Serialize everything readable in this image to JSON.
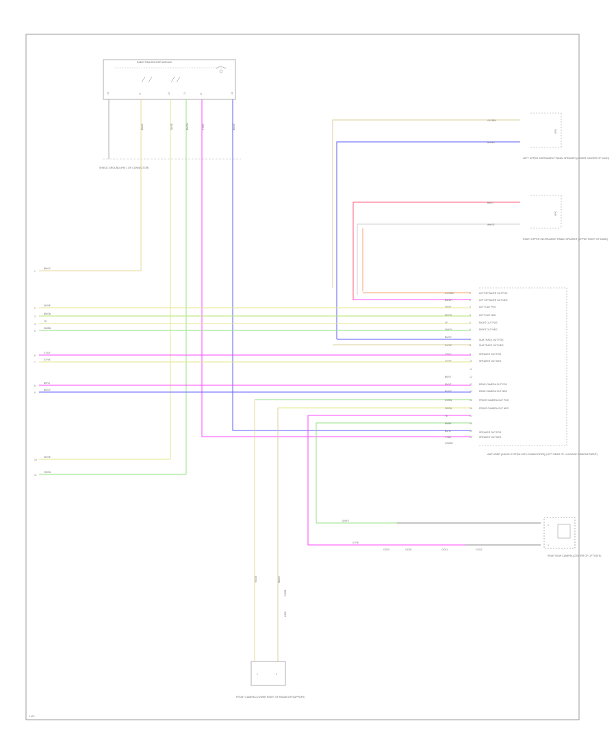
{
  "diagram": {
    "page_label": "1 of 2",
    "colors": {
      "yellow": "#e6e68a",
      "tan": "#d9cf9a",
      "green": "#93e083",
      "magenta": "#ff44ff",
      "blue": "#5a5aff",
      "red": "#ff5a78",
      "orange": "#f3a26a",
      "gray": "#8a8a8a",
      "white": "#cfcfcf"
    },
    "components": {
      "radio": {
        "label": "RADIO TRANSCEIVER MODULE"
      },
      "radio_ground": {
        "label": "SHIELD GROUND (PIN 1 OF CONNECTOR)"
      },
      "left_upper_speaker": {
        "label": "LEFT UPPER INSTRUMENT PANEL SPEAKER (LOWER CENTER OF DASH)"
      },
      "right_upper_speaker": {
        "label": "RIGHT UPPER INSTRUMENT PANEL SPEAKER (UPPER RIGHT OF DASH)"
      },
      "amplifier": {
        "label": "AMPLIFIER (AUDIO SYSTEM WITH SUBWOOFER) (LEFT REAR OF LUGGAGE COMPARTMENT)"
      },
      "rear_camera": {
        "label": "REAR VIEW CAMERA (CENTER OF LIFTGATE)"
      },
      "front_camera": {
        "label": "FRONT CAMERA (LOWER RIGHT OF RADIATOR SUPPORT)"
      }
    },
    "amp_pins": [
      {
        "pin": "1",
        "wire": "GY/ORN",
        "name": "LEFT SPEAKER OUT POS"
      },
      {
        "pin": "2",
        "wire": "BN/WH",
        "name": "LEFT SPEAKER OUT NEG"
      },
      {
        "pin": "3",
        "wire": "GN/VT",
        "name": "LEFT OUT POS"
      },
      {
        "pin": "4",
        "wire": "BN/GN",
        "name": "LEFT OUT NEG"
      },
      {
        "pin": "5",
        "wire": "YE",
        "name": "RIGHT OUT POS"
      },
      {
        "pin": "6",
        "wire": "GN/GY",
        "name": "RIGHT OUT NEG"
      },
      {
        "pin": "7",
        "wire": "BU/GY",
        "name": "SUB TRACK OUT POS"
      },
      {
        "pin": "8",
        "wire": "GY/YE",
        "name": "SUB TRACK OUT NEG"
      },
      {
        "pin": "9",
        "wire": "VT/GY",
        "name": "SPEAKER OUT POS"
      },
      {
        "pin": "10",
        "wire": "GY/YE",
        "name": "SPEAKER OUT NEG"
      },
      {
        "pin": "11",
        "wire": "",
        "name": ""
      },
      {
        "pin": "12",
        "wire": "BK/VT",
        "name": ""
      },
      {
        "pin": "13",
        "wire": "BN/VT",
        "name": "REAR CAMERA OUT POS"
      },
      {
        "pin": "14",
        "wire": "BU/GY",
        "name": "REAR CAMERA OUT NEG"
      },
      {
        "pin": "15",
        "wire": "GY/BN",
        "name": "FRONT CAMERA OUT POS"
      },
      {
        "pin": "16",
        "wire": "YE/GN",
        "name": "FRONT CAMERA OUT NEG"
      },
      {
        "pin": "17",
        "wire": "YE",
        "name": ""
      },
      {
        "pin": "18",
        "wire": "BN/BK",
        "name": ""
      },
      {
        "pin": "19",
        "wire": "BU/VT",
        "name": "SPEAKER OUT POS"
      },
      {
        "pin": "20",
        "wire": "VT/BK",
        "name": "SPEAKER OUT NEG"
      }
    ],
    "amp_connector": "C2502D",
    "left_wires": [
      {
        "pin": "1",
        "wire": "BN/GY"
      },
      {
        "pin": "2",
        "wire": "GN/YE"
      },
      {
        "pin": "3",
        "wire": "BN/GN"
      },
      {
        "pin": "4",
        "wire": "YE"
      },
      {
        "pin": "5",
        "wire": "GN/BN"
      },
      {
        "pin": "6",
        "wire": "VT/GY"
      },
      {
        "pin": "7",
        "wire": "GY/YE"
      },
      {
        "pin": "8",
        "wire": "BN/VT"
      },
      {
        "pin": "9",
        "wire": "BU/GY"
      },
      {
        "pin": "10",
        "wire": "GN/YE"
      },
      {
        "pin": "11",
        "wire": "YE/GN"
      }
    ],
    "radio_wires": [
      "BN/GY",
      "GN/YE",
      "BN/GN",
      "YE/GN",
      "VT/GY",
      "BU/GY"
    ],
    "speaker_wires": {
      "left_pos": "GY/ORN",
      "left_neg": "BU/WH",
      "right_pos": "BN/VT",
      "right_neg": "WH/GY"
    },
    "rear_camera_wires": {
      "upper": "GN/YE",
      "lower": "VT/YE",
      "connectors": [
        "C4201",
        "C4202",
        "C4211",
        "C4212"
      ]
    },
    "front_camera_wires": [
      "YE/GN",
      "BN/GY"
    ],
    "front_camera_connectors": [
      "C1028",
      "C100"
    ]
  }
}
